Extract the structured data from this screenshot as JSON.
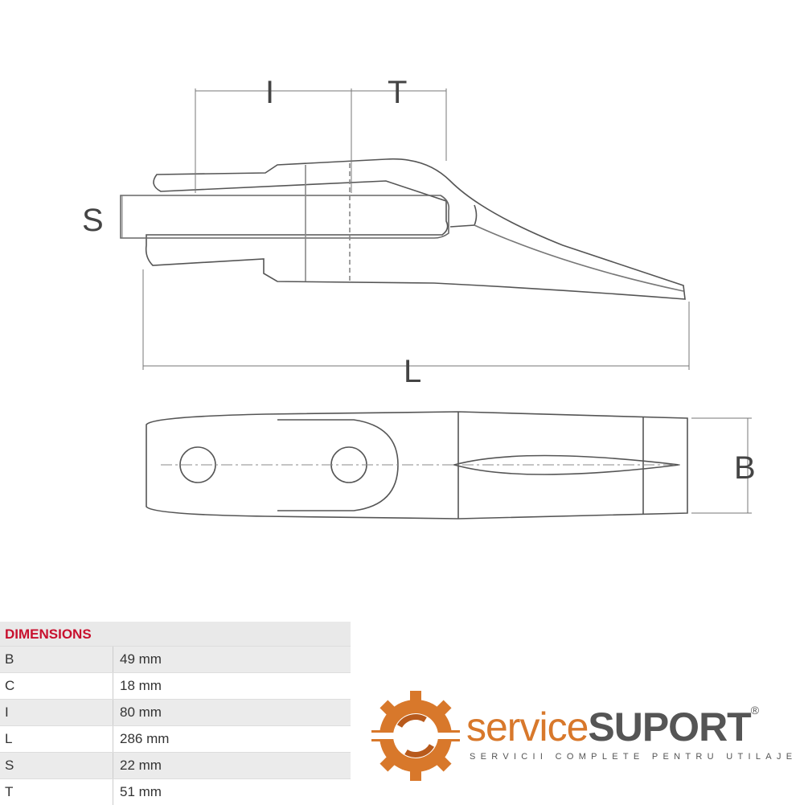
{
  "drawing": {
    "labels": {
      "I": "I",
      "T": "T",
      "S": "S",
      "L": "L",
      "B": "B"
    }
  },
  "dimensions": {
    "title": "DIMENSIONS",
    "rows": [
      {
        "key": "B",
        "value": "49 mm"
      },
      {
        "key": "C",
        "value": "18 mm"
      },
      {
        "key": "I",
        "value": "80 mm"
      },
      {
        "key": "L",
        "value": "286 mm"
      },
      {
        "key": "S",
        "value": "22 mm"
      },
      {
        "key": "T",
        "value": "51 mm"
      }
    ]
  },
  "logo": {
    "name_light": "service",
    "name_bold": "SUPORT",
    "registered": "®",
    "tagline": "SERVICII COMPLETE PENTRU UTILAJE",
    "colors": {
      "orange": "#d8782b",
      "gray": "#555555"
    }
  }
}
